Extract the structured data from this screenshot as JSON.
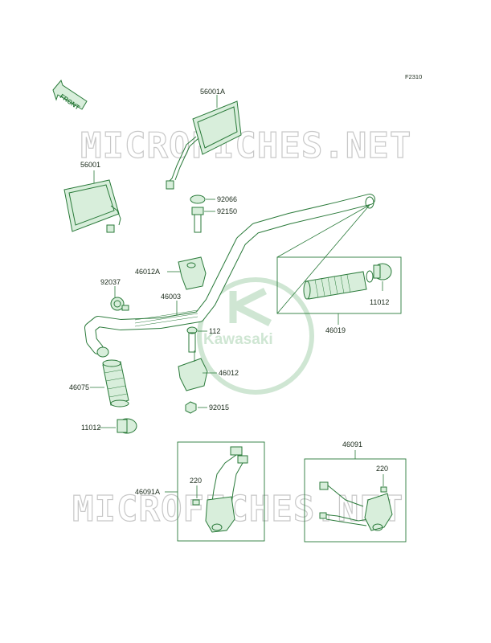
{
  "figure_code": "F2310",
  "front_label": "FRONT",
  "watermark_text": "MICROFICHES.NET",
  "logo_text": "Kawasaki",
  "accent_color": "#2a7a3a",
  "parts": {
    "p56001A": "56001A",
    "p56001": "56001",
    "p92066": "92066",
    "p92150": "92150",
    "p46012A": "46012A",
    "p92037": "92037",
    "p46003": "46003",
    "p11012_right": "11012",
    "p46019": "46019",
    "p112": "112",
    "p46012": "46012",
    "p46075": "46075",
    "p92015": "92015",
    "p11012_left": "11012",
    "p46091": "46091",
    "p220_right": "220",
    "p46091A": "46091A",
    "p220_left": "220"
  }
}
